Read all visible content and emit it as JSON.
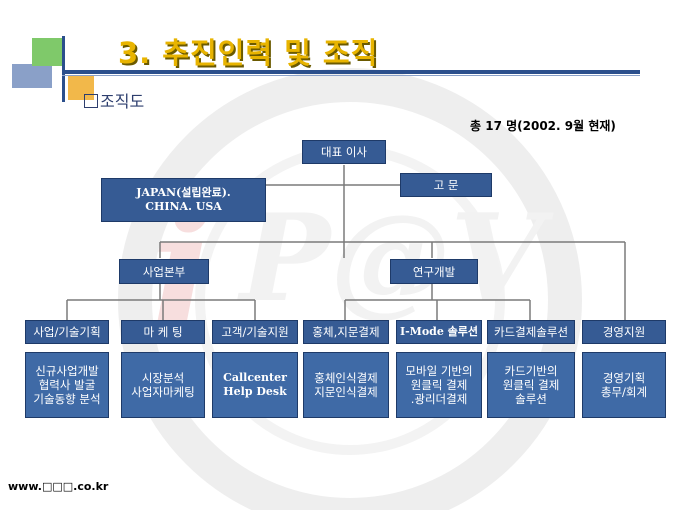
{
  "header": {
    "title": "3. 추진인력 및 조직",
    "section_label": "조직도",
    "staff_note": "총 17 명(2002. 9월 현재)"
  },
  "org": {
    "ceo": "대표 이사",
    "overseas": [
      "JAPAN(설립완료).",
      "CHINA.  USA"
    ],
    "advisor": "고 문",
    "division_business": "사업본부",
    "division_rnd": "연구개발",
    "teams": [
      {
        "title": "사업/기술기획",
        "details": [
          "신규사업개발",
          "협력사 발굴",
          "기술동향 분석"
        ]
      },
      {
        "title": "마 케 팅",
        "details": [
          "시장분석",
          "사업자마케팅"
        ]
      },
      {
        "title": "고객/기술지원",
        "details": [
          "Callcenter",
          "Help Desk"
        ]
      },
      {
        "title": "홍체,지문결제",
        "details": [
          "홍체인식결제",
          "지문인식결제"
        ]
      },
      {
        "title": "I-Mode 솔루션",
        "details": [
          "모바일 기반의",
          "원클릭 결제",
          ".광리더결제"
        ]
      },
      {
        "title": "카드결제솔루션",
        "details": [
          "카드기반의",
          "원클릭 결제",
          "솔루션"
        ]
      },
      {
        "title": "경영지원",
        "details": [
          "경영기획",
          "총무/회계"
        ]
      }
    ]
  },
  "footer": {
    "url": "www.□□□.co.kr"
  },
  "colors": {
    "box_fill": "#365b94",
    "title_color": "#e8b400",
    "rule_color": "#2b4f8c"
  }
}
